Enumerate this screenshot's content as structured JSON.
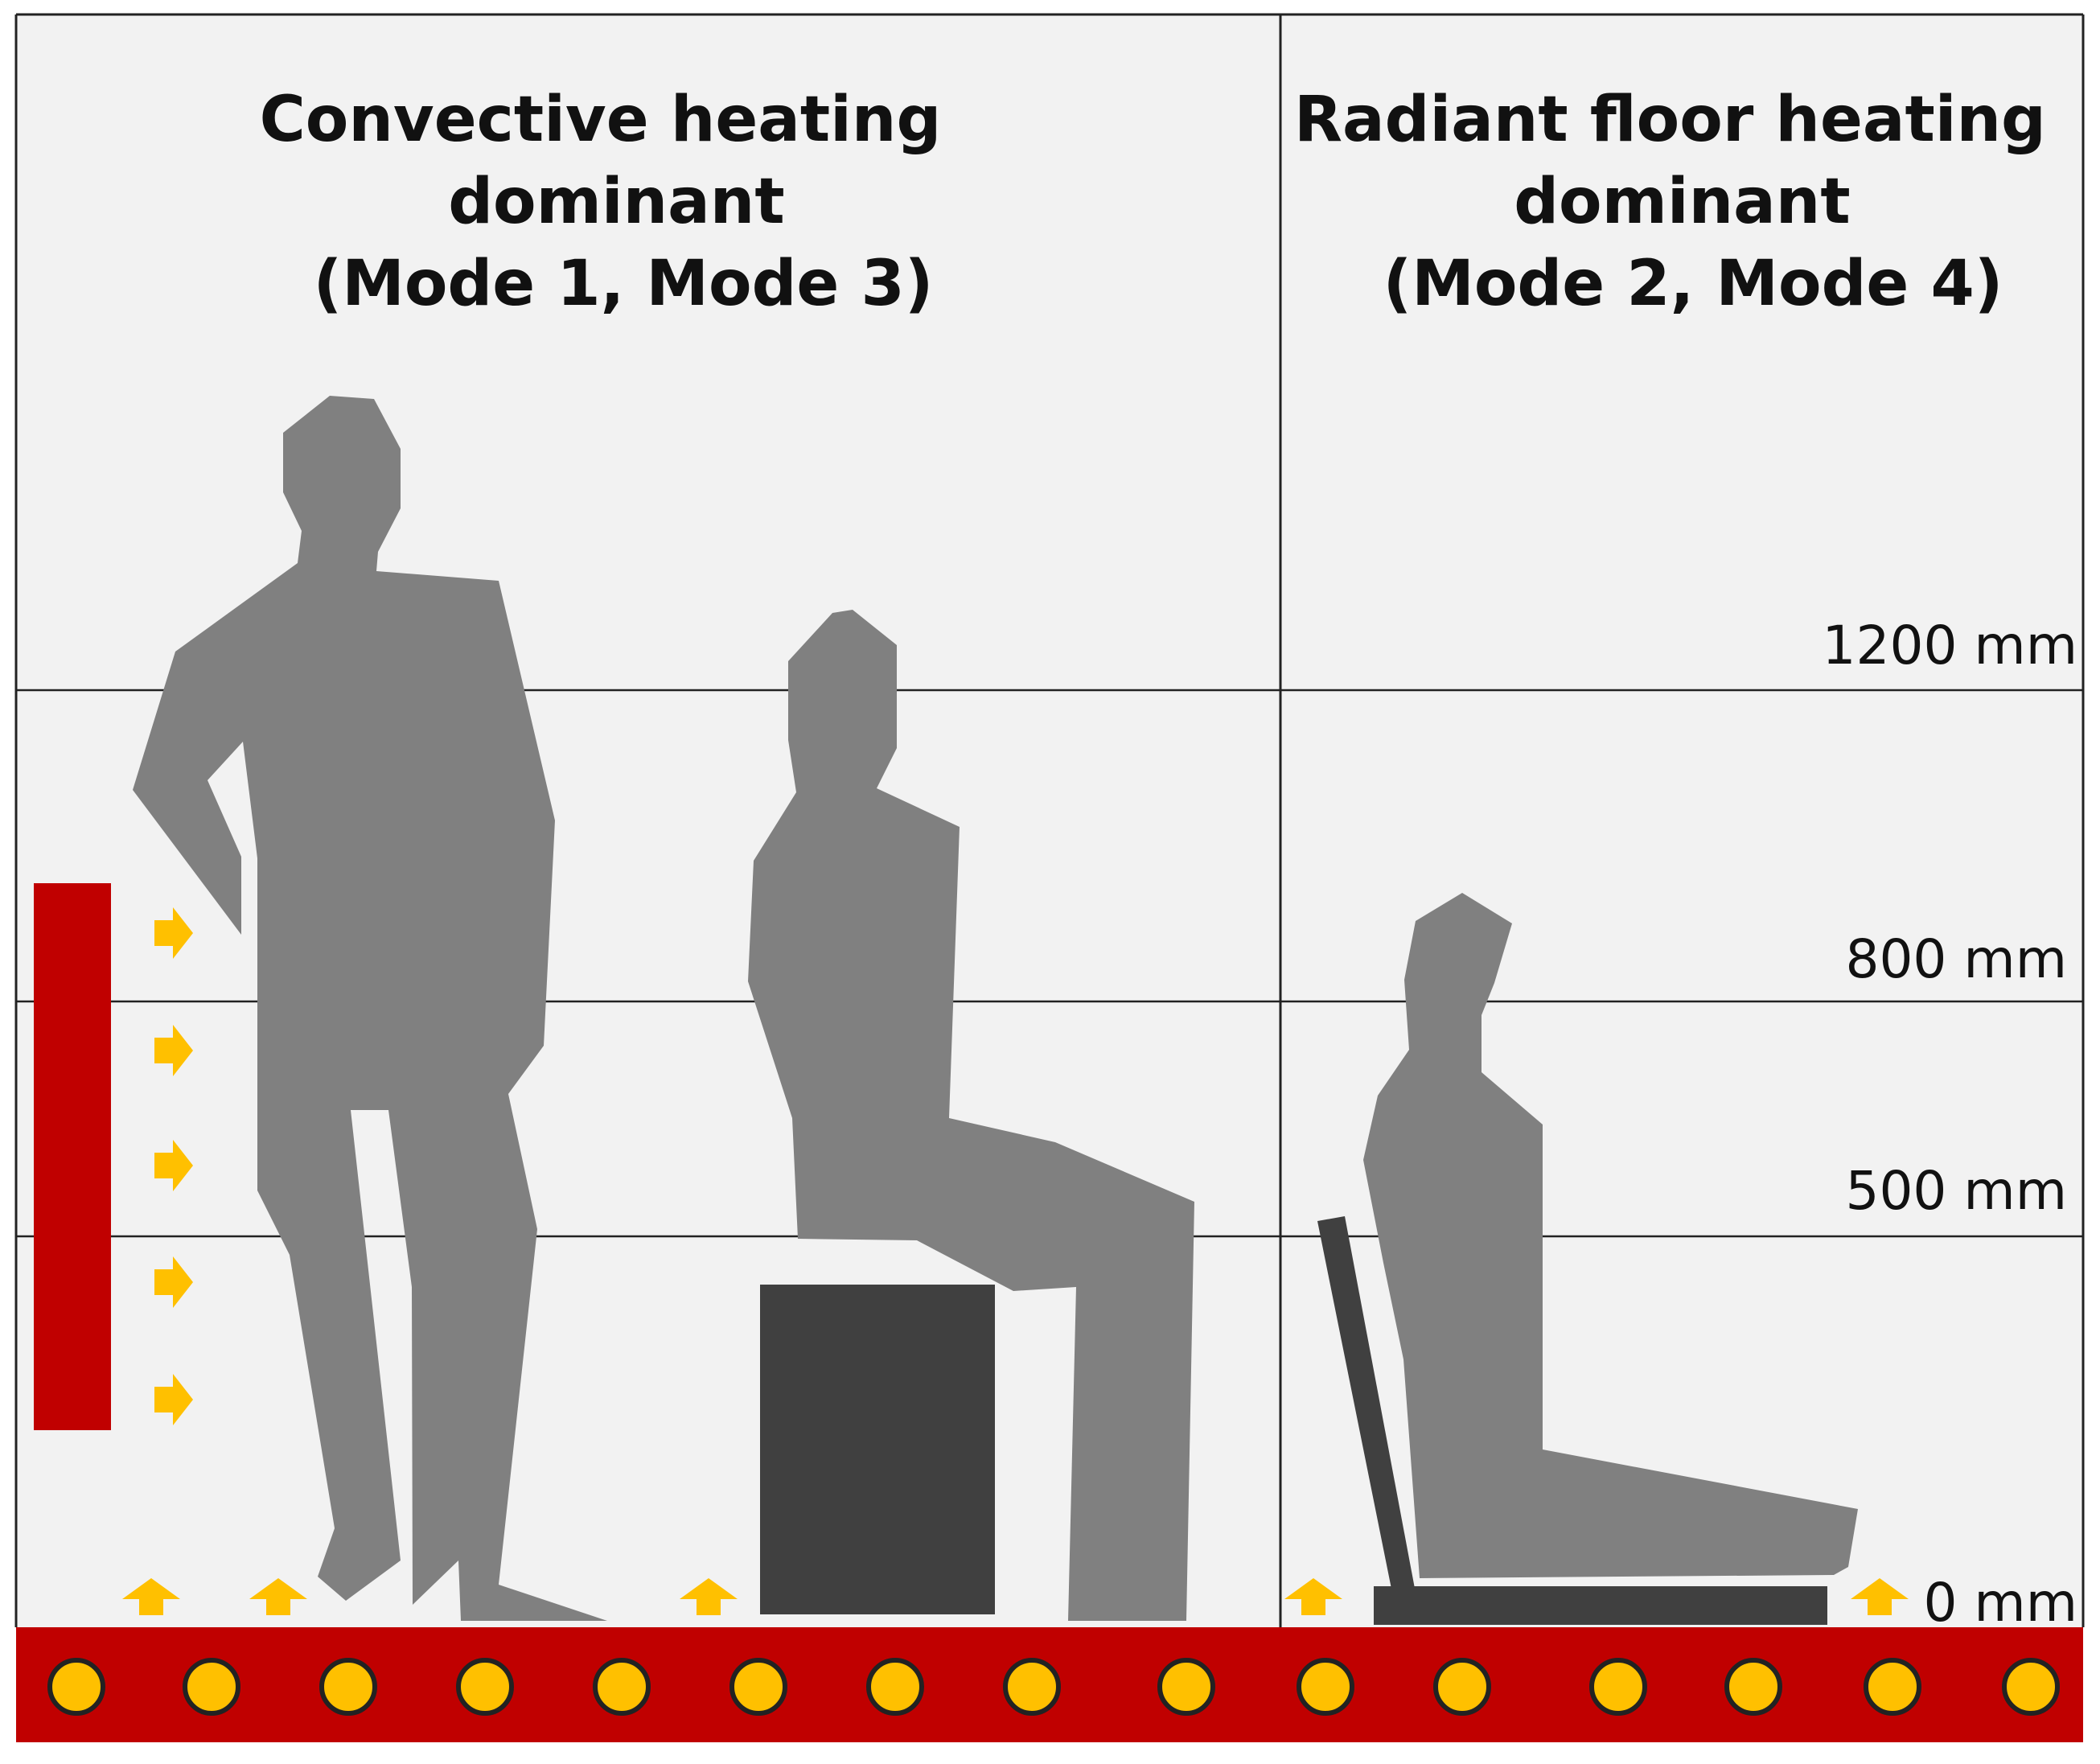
{
  "panels": {
    "left": {
      "title_lines": [
        "Convective heating",
        "dominant",
        "(Mode 1, Mode 3)"
      ]
    },
    "right": {
      "title_lines": [
        "Radiant floor heating",
        "dominant",
        "(Mode 2, Mode 4)"
      ]
    }
  },
  "height_labels": {
    "h1200": "1200 mm",
    "h800": "800 mm",
    "h500": "500 mm",
    "h0": "0 mm"
  },
  "colors": {
    "background": "#f2f2f2",
    "grid_line": "#222222",
    "heater": "#c00000",
    "floor": "#c00000",
    "pipe": "#ffc000",
    "arrow": "#ffc000",
    "person": "#808080",
    "furniture": "#404040"
  },
  "icons": {
    "heat_arrow": "arrow-icon",
    "floor_pipe": "pipe-circle-icon"
  }
}
